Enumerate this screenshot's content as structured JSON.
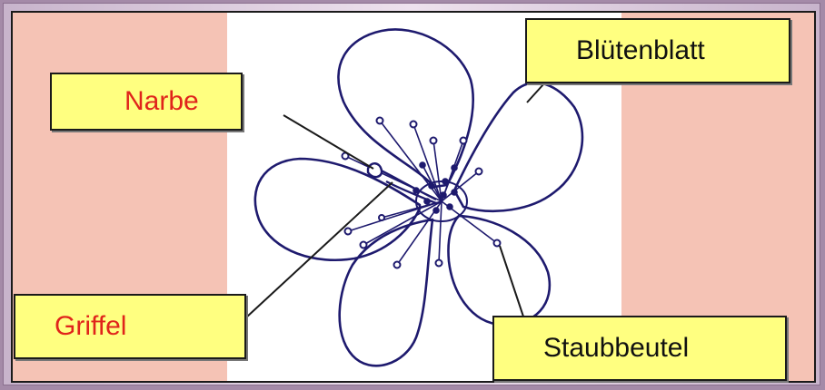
{
  "diagram": {
    "labels": {
      "narbe": "Narbe",
      "griffel": "Griffel",
      "bluetenblatt": "Blütenblatt",
      "staubbeutel": "Staubbeutel"
    },
    "colors": {
      "board": "#f5c3b5",
      "label_fill": "#ffff80",
      "label_red_text": "#e0241b",
      "outline": "#1e1a6e"
    }
  }
}
